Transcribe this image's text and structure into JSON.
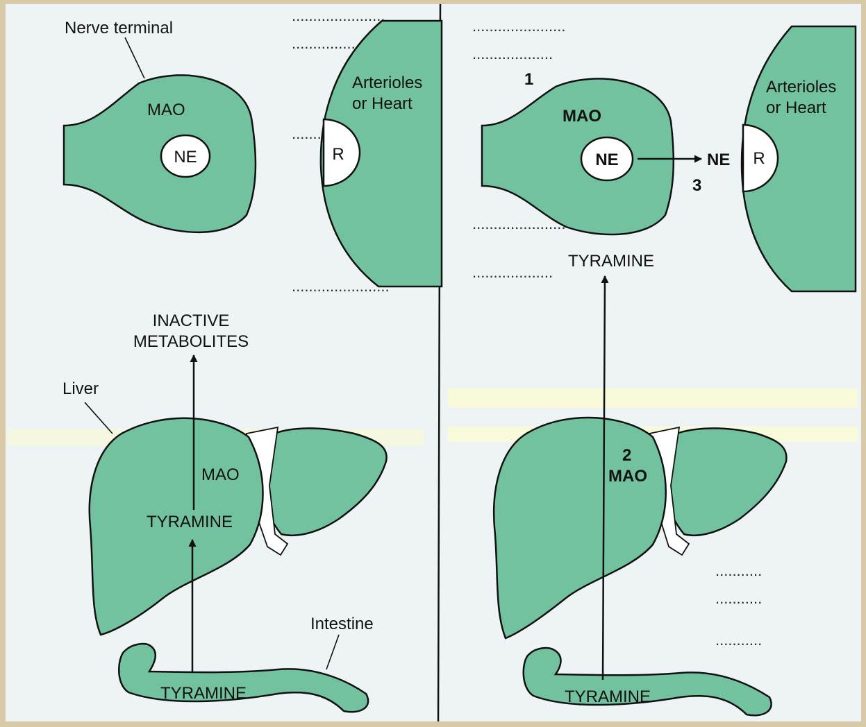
{
  "colors": {
    "frame": "#d8c9a8",
    "paper": "#eef4f5",
    "tissue": "#72c2a0",
    "outline": "#111111",
    "highlight": "#fbfbd8"
  },
  "left_panel": {
    "nerve_terminal_label": "Nerve terminal",
    "mao_label": "MAO",
    "ne_label": "NE",
    "target_label_line1": "Arterioles",
    "target_label_line2": "or Heart",
    "receptor_label": "R",
    "inactive_line1": "INACTIVE",
    "inactive_line2": "METABOLITES",
    "liver_label": "Liver",
    "liver_mao_label": "MAO",
    "liver_tyramine_label": "TYRAMINE",
    "intestine_label": "Intestine",
    "intestine_tyramine_label": "TYRAMINE"
  },
  "right_panel": {
    "step1_label": "1",
    "mao_label": "MAO",
    "ne_label": "NE",
    "released_ne_label": "NE",
    "step3_label": "3",
    "target_label_line1": "Arterioles",
    "target_label_line2": "or Heart",
    "receptor_label": "R",
    "tyramine_top_label": "TYRAMINE",
    "step2_label": "2",
    "liver_mao_label": "MAO",
    "intestine_tyramine_label": "TYRAMINE"
  }
}
